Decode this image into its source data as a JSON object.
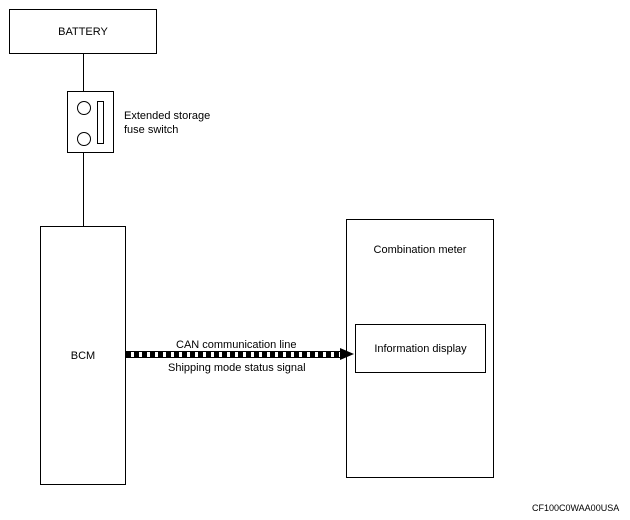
{
  "battery": {
    "label": "BATTERY"
  },
  "fuse": {
    "label_line1": "Extended storage",
    "label_line2": "fuse switch"
  },
  "bcm": {
    "label": "BCM"
  },
  "combination_meter": {
    "title": "Combination meter",
    "information_display": "Information display"
  },
  "can": {
    "line_label": "CAN communication line",
    "signal_label": "Shipping mode status signal"
  },
  "figure_code": "CF100C0WAA00USA"
}
